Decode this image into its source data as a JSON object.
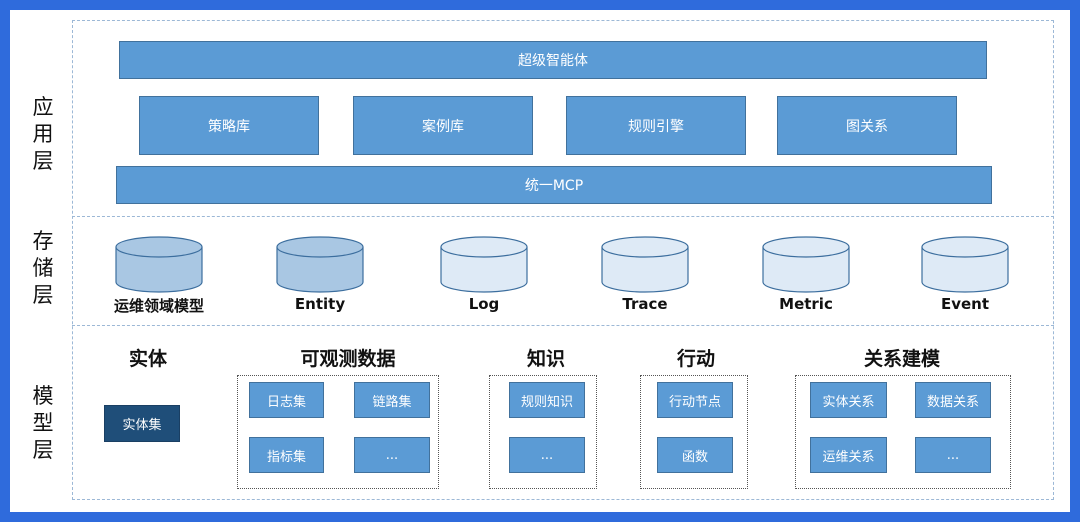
{
  "layers": {
    "application": "应\n用\n层",
    "storage": "存\n储\n层",
    "model": "模\n型\n层"
  },
  "application": {
    "top": "超级智能体",
    "modules": [
      "策略库",
      "案例库",
      "规则引擎",
      "图关系"
    ],
    "bottom": "统一MCP"
  },
  "storage": {
    "items": [
      {
        "label": "运维领域模型",
        "style": "dark"
      },
      {
        "label": "Entity",
        "style": "dark"
      },
      {
        "label": "Log",
        "style": "light"
      },
      {
        "label": "Trace",
        "style": "light"
      },
      {
        "label": "Metric",
        "style": "light"
      },
      {
        "label": "Event",
        "style": "light"
      }
    ]
  },
  "model": {
    "entity": {
      "title": "实体",
      "items": [
        "实体集"
      ]
    },
    "observability": {
      "title": "可观测数据",
      "items": [
        "日志集",
        "链路集",
        "指标集",
        "..."
      ]
    },
    "knowledge": {
      "title": "知识",
      "items": [
        "规则知识",
        "..."
      ]
    },
    "action": {
      "title": "行动",
      "items": [
        "行动节点",
        "函数"
      ]
    },
    "relation": {
      "title": "关系建模",
      "items": [
        "实体关系",
        "数据关系",
        "运维关系",
        "..."
      ]
    }
  },
  "colors": {
    "border": "#2f6bdc",
    "box": "#5b9bd5",
    "box_dark": "#1f4e79",
    "cyl_dark": "#a9c7e3",
    "cyl_light": "#deeaf6",
    "dashed": "#9cb8d6"
  }
}
